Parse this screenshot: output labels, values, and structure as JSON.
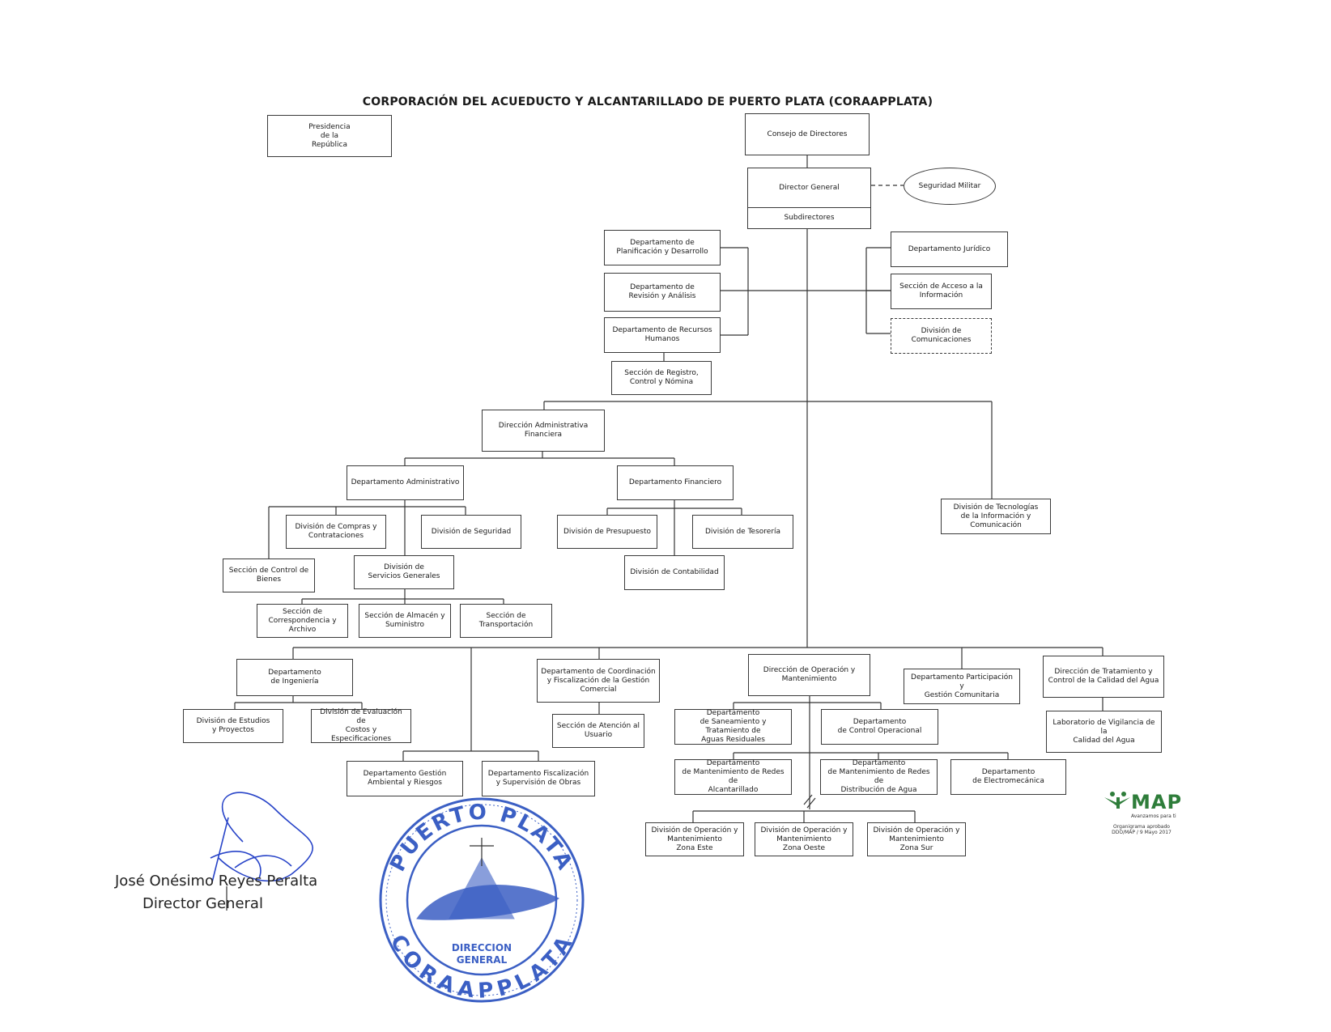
{
  "title": "CORPORACIÓN DEL ACUEDUCTO Y ALCANTARILLADO DE PUERTO PLATA (CORAAPPLATA)",
  "boxes": {
    "presidencia": "Presidencia\nde la\nRepública",
    "consejo": "Consejo de Directores",
    "director": "Director General",
    "subdirectores": "Subdirectores",
    "seguridad_militar": "Seguridad Militar",
    "planificacion": "Departamento de\nPlanificación y Desarrollo",
    "revision": "Departamento de\nRevisión y Análisis",
    "rrhh": "Departamento de Recursos\nHumanos",
    "registro": "Sección de Registro,\nControl y Nómina",
    "juridico": "Departamento Jurídico",
    "acceso": "Sección de Acceso a la\nInformación",
    "comunicaciones": "División de\nComunicaciones",
    "dir_admin": "Dirección Administrativa\nFinanciera",
    "depto_admin": "Departamento Administrativo",
    "depto_fin": "Departamento Financiero",
    "tic": "División de Tecnologías\nde la Información y\nComunicación",
    "compras": "División de Compras y\nContrataciones",
    "seguridad": "División de Seguridad",
    "presupuesto": "División de Presupuesto",
    "tesoreria": "División de Tesorería",
    "contabilidad": "División de Contabilidad",
    "control_bienes": "Sección de Control de\nBienes",
    "servicios": "División de\nServicios Generales",
    "correspondencia": "Sección de\nCorrespondencia y\nArchivo",
    "almacen": "Sección de Almacén y\nSuministro",
    "transportacion": "Sección de\nTransportación",
    "ingenieria": "Departamento\nde Ingeniería",
    "estudios": "División de Estudios\ny Proyectos",
    "evaluacion": "División de  Evaluación de\nCostos y Especificaciones",
    "coordinacion": "Departamento de Coordinación\ny Fiscalización de la Gestión\nComercial",
    "atencion": "Sección de Atención al\nUsuario",
    "gestion_ambiental": "Departamento  Gestión\nAmbiental y Riesgos",
    "fiscalizacion": "Departamento Fiscalización\ny Supervisión de Obras",
    "dir_operacion": "Dirección de Operación y\nMantenimiento",
    "saneamiento": "Departamento\nde Saneamiento y Tratamiento de\nAguas Residuales",
    "control_operacional": "Departamento\nde Control Operacional",
    "mant_alcantarillado": "Departamento\nde Mantenimiento de Redes de\nAlcantarillado",
    "mant_agua": "Departamento\nde Mantenimiento de Redes de\nDistribución de Agua",
    "electromecanica": "Departamento\nde Electromecánica",
    "zona_este": "División de Operación y\nMantenimiento\nZona Este",
    "zona_oeste": "División de Operación y\nMantenimiento\nZona Oeste",
    "zona_sur": "División de Operación y\nMantenimiento\nZona Sur",
    "participacion": "Departamento Participación y\nGestión Comunitaria",
    "dir_calidad": "Dirección de Tratamiento y\nControl de la Calidad del Agua",
    "laboratorio": "Laboratorio de Vigilancia de la\nCalidad del Agua"
  },
  "signature": {
    "name": "José Onésimo Reyes Peralta",
    "role": "Director General"
  },
  "stamp": {
    "top_text": "PUERTO PLATA",
    "bottom_text": "CORAAPPLATA",
    "center_text": "DIRECCION\nGENERAL",
    "color": "#3b5fc4"
  },
  "map_logo": {
    "name": "MAP",
    "tagline": "Avanzamos para ti",
    "note": "Organigrama aprobado\nDDO/MAP / 9 Mayo 2017",
    "color": "#2e7d3a"
  }
}
